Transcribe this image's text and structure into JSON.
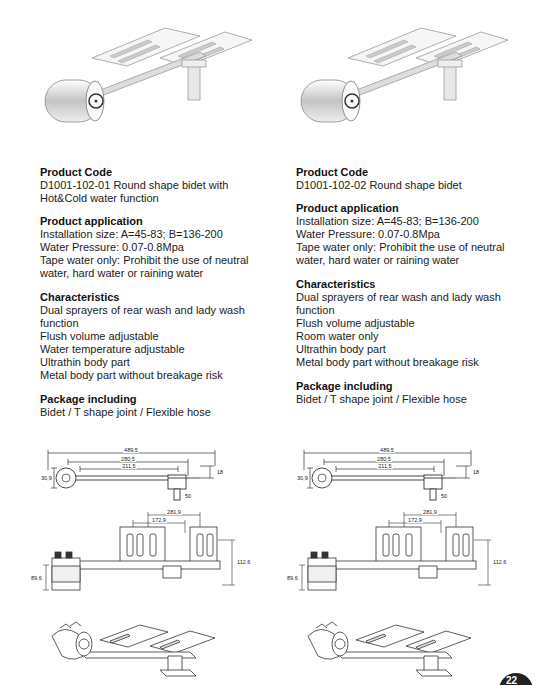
{
  "diagram": {
    "labels": [
      "Product Code",
      "D1001-102-01 Round shape bidet with Hot&Cold water function",
      "Product application",
      "Installation size: A=45-83; B=136-200",
      "Water Pressure: 0.07-0.8Mpa",
      "Tape water only: Prohibit the use of neutral water, hard water or raining water",
      "Characteristics",
      "Dual sprayers of rear wash and lady wash function",
      "Flush volume adjustable",
      "Water temperature adjustable",
      "Ultrathin body part",
      "Metal body part without breakage risk",
      "Package including",
      "Bidet / T shape joint / Flexible hose",
      "Product Code",
      "D1001-102-02 Round shape bidet",
      "Product application",
      "Installation size: A=45-83; B=136-200",
      "Water Pressure: 0.07-0.8Mpa",
      "Tape water only: Prohibit the use of neutral water, hard water or raining water",
      "Characteristics",
      "Dual sprayers of rear wash and lady wash function",
      "Flush volume adjustable",
      "Room water only",
      "Ultrathin body part",
      "Metal body part without breakage risk",
      "Package including",
      "Bidet / T shape joint / Flexible hose",
      "489,5",
      "280,5",
      "211,5",
      "18",
      "30,9",
      "50",
      "281,9",
      "172,9",
      "112,6",
      "89,6",
      "489,5",
      "280,5",
      "211,5",
      "18",
      "30,9",
      "50",
      "281,9",
      "172,9",
      "112,6",
      "89,6",
      "22"
    ]
  }
}
